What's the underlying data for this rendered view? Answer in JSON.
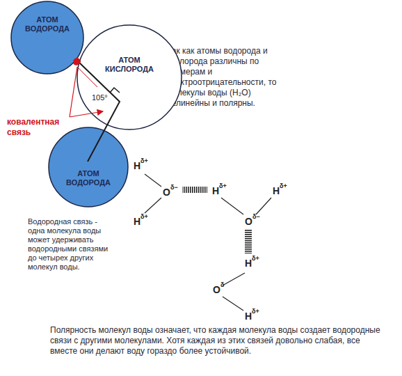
{
  "diagram": {
    "nodes": [
      {
        "text": [
          "АТОМ ВОДОРОДА"
        ]
      },
      {
        "text": [
          "АТОМ КИСЛОРОДА"
        ]
      },
      {
        "text": [
          "АТОМ ВОДОРОДА"
        ]
      }
    ],
    "labels": [
      "ковалентная связь",
      "105°",
      "Так как атомы водорода и кислорода различны по размерам и электроотрицательности, то молекулы воды (H₂O) нелинейны и полярны.",
      "Водородная связь - одна молекула воды может удерживать водородными связями до четырех других молекул воды.",
      "Полярность молекул воды означает, что каждая молекула воды создает водородные связи с другими молекулами. Хотя каждая из этих связей довольно слабая, все вместе они делают воду гораздо более устойчивой.",
      "H",
      "δ+",
      "O",
      "δ−",
      "H",
      "δ+",
      "H",
      "δ+",
      "H",
      "δ+",
      "O",
      "δ−",
      "H",
      "δ+",
      "O",
      "δ",
      "H",
      "δ+"
    ]
  }
}
